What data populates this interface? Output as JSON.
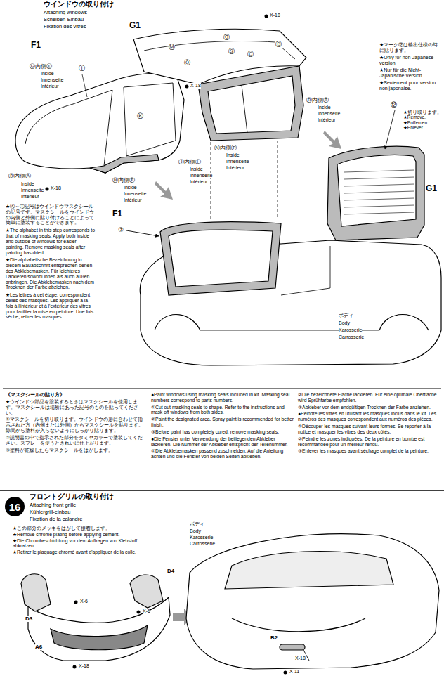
{
  "diagram": {
    "nodes": [
      {
        "text": [
          "16"
        ]
      }
    ],
    "labels": [
      "ウインドウの取り付け",
      "Attaching windows",
      "Scheiben-Einbau",
      "Fixation des vitres",
      "F1",
      "G1",
      "Ⓖ内側Ⓔ",
      "Inside",
      "Innenseite",
      "Intérieur",
      "Ⓘ",
      "Ⓚ",
      "X-18",
      "Ⓑ内側Ⓐ",
      "Inside",
      "Innenseite",
      "Intérieur",
      "X-18",
      "Ⓗ内側Ⓕ",
      "Inside",
      "Innenseite",
      "Intérieur",
      "Ⓙ内側Ⓛ",
      "Inside",
      "Innenseite",
      "Intérieur",
      "Ⓜ",
      "Ⓠ",
      "Ⓞ",
      "Ⓢ",
      "Ⓒ",
      "Ⓓ",
      "X-18",
      "Ⓡ内側Ⓣ",
      "Inside",
      "Innenseite",
      "Intérieur",
      "Ⓝ内側Ⓟ",
      "Inside",
      "Innenseite",
      "Intérieur",
      "★マーク⑫は輸出仕様の時に貼ります。",
      "★Only for non-Japanese version",
      "★Nur für die Nicht-Japanische Version.",
      "★Seulement pour version non japonaise.",
      "⑫",
      "★切り取ります。",
      "★Remove.",
      "★Entfernen.",
      "★Enlever.",
      "G1",
      "★Ⓐ～Ⓣ記号はウインドウマスクシールの記号です。マスクシールをウインドウの内側と外側に貼り付けることによって簡単に塗装することができます。",
      "★The alphabet in this step corresponds to that of masking seals. Apply both inside and outside of windows for easier painting. Remove masking seals after painting has dried.",
      "★Die alphabetische Bezeichnung in diesem Bauabschnitt entsprechen denen des Abklebemasken. Für leichteres Lackieren sowohl innen als auch außen anbringen. Die Abklebemasken nach dem Trocknen der Farbe abziehen.",
      "★Les lettres à cet étape, correspondent celles des masques. Les appliquer à la fois à l'intérieur et à l'extérieur des vitres pour faciliter la mise en peinture. Une fois sèche, retirer les masques.",
      "F1",
      "⑦",
      "ボディ",
      "Body",
      "Karosserie",
      "Carrosserie",
      "《マスクシールの貼り方》",
      "★ウインドウ部品を塗装するときはマスクシールを使用します。マスクシールは場所にあった記号のものを貼ってください。",
      "①マスクシールを切り取ります。ウインドウの形に合わせて指示された方（内側または外側）からマスクシールを貼ります。隙間から塗料が入らないようにしっかり貼ります。",
      "②説明書の中で指示された部分をタミヤカラーで塗装してください。スプレーを使うときれいに仕上がります。",
      "③塗料が乾燥したらマスクシールをはがします。",
      "●Paint windows using masking seals included in kit. Masking seal numbers correspond to parts numbers.",
      "①Cut out masking seals to shape. Refer to the instructions and mask off windows from both sides.",
      "②Paint the designated area. Spray paint is recommended for better finish.",
      "③Before paint has completely cured, remove masking seals.",
      "●Die Fenster unter Verwendung der beiliegenden Abkleber lackieren. Die Nummer der Abkleber entspricht der Teilenummer.",
      "①Die Abklebemasken passend zuschneiden. Auf die Anleitung achten und die Fenster von beiden Seiten abkleben.",
      "②Die bezeichnete Fläche lackieren. Für eine optimale Oberfläche wird Sprühfarbe empfohlen.",
      "③Abkleber vor dem endgültigen Trocknen der Farbe anziehen.",
      "●Peindre les vitres en utilisant les masques inclus dans le kit. Les numéros des masques correspondent aux numéros des pièces.",
      "①Découper les masques suivant leurs formes. Se reporter à la notice et masquer les vitres des deux côtés.",
      "②Peindre les zones indiquées. De la peinture en bombe est recommandée pour un meilleur rendu.",
      "③Enlever les masques avant séchage complet de la peinture.",
      "フロントグリルの取り付け",
      "Attaching front grille",
      "Kühlergrill-einbau",
      "Fixation de la calandre",
      "★この部分のメッキをはがして接着します。",
      "★Remove chrome plating before applying cement.",
      "★Die Chrombeschichtung vor dem Auftragen von Klebstoff abkratzen.",
      "★Retirer le plaquage chromé avant d'appliquer de la colle.",
      "ボディ",
      "Body",
      "Karosserie",
      "Carrosserie",
      "D4",
      "X-6",
      "X-6",
      "D3",
      "A6",
      "X-18",
      "B2",
      "X-18",
      "X-11"
    ]
  }
}
